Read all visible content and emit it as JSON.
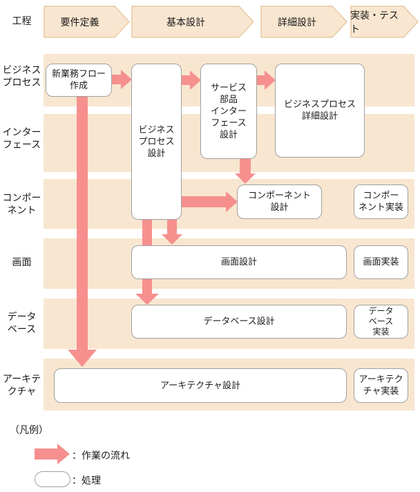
{
  "colors": {
    "band_fill": "#F8E6D0",
    "chevron_border": "#E8C9A4",
    "arrow_pink": "#F6908E",
    "box_border": "#A0A0A0"
  },
  "header": {
    "row_label": "工程",
    "phases": [
      {
        "label": "要件定義"
      },
      {
        "label": "基本設計"
      },
      {
        "label": "詳細設計"
      },
      {
        "label": "実装・テスト"
      }
    ]
  },
  "lanes": [
    {
      "label": "ビジネス\nプロセス"
    },
    {
      "label": "インター\nフェース"
    },
    {
      "label": "コンポー\nネント"
    },
    {
      "label": "画面"
    },
    {
      "label": "データ\nベース"
    },
    {
      "label": "アーキテ\nクチャ"
    }
  ],
  "boxes": [
    {
      "label": "新業務フロー\n作成"
    },
    {
      "label": "ビジネス\nプロセス\n設計"
    },
    {
      "label": "サービス\n部品\nインター\nフェース\n設計"
    },
    {
      "label": "ビジネスプロセス\n詳細設計"
    },
    {
      "label": "コンポーネント\n設計"
    },
    {
      "label": "コンポー\nネント実装"
    },
    {
      "label": "画面設計"
    },
    {
      "label": "画面実装"
    },
    {
      "label": "データベース設計"
    },
    {
      "label": "データ\nベース\n実装"
    },
    {
      "label": "アーキテクチャ設計"
    },
    {
      "label": "アーキテク\nチャ実装"
    }
  ],
  "legend": {
    "title": "（凡例）",
    "flow_label": "：作業の流れ",
    "process_label": "：処理"
  }
}
